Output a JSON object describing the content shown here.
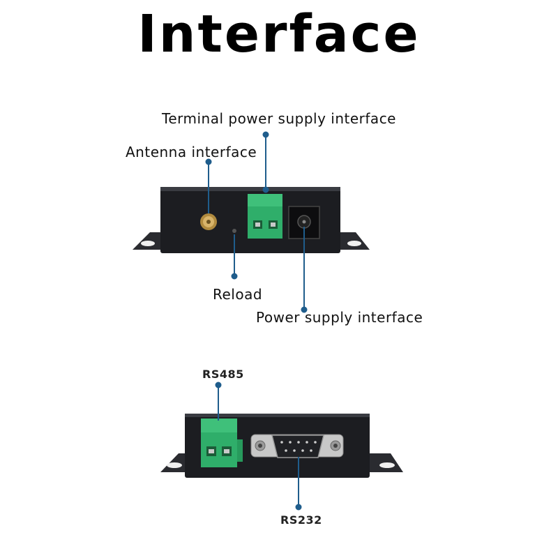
{
  "title": "Interface",
  "labels": {
    "terminal_power": "Terminal power supply interface",
    "antenna": "Antenna interface",
    "reload": "Reload",
    "power_supply": "Power supply interface",
    "rs485": "RS485",
    "rs232": "RS232"
  },
  "colors": {
    "leader_line": "#1f5d8c",
    "device_body": "#1c1d21",
    "terminal_block": "#2fae6a"
  }
}
